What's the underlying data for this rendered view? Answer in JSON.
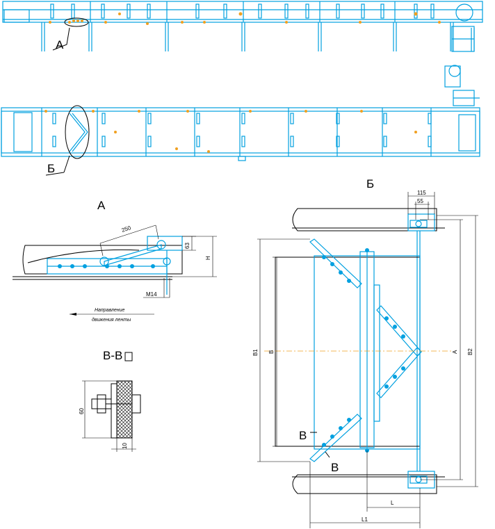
{
  "callouts": {
    "view_A": "А",
    "view_B": "Б",
    "section_V1": "В",
    "section_V2": "В"
  },
  "view_A": {
    "title": "А",
    "dim_250": "250",
    "dim_63": "63",
    "dim_H": "H",
    "dim_M14": "М14",
    "direction_line1": "Направление",
    "direction_line2": "движения ленты"
  },
  "section_VV": {
    "title": "В-В",
    "dim_60": "60",
    "dim_10": "10"
  },
  "view_B": {
    "title": "Б",
    "dim_115": "115",
    "dim_55": "55",
    "dim_B1": "B1",
    "dim_B": "B",
    "dim_A": "A",
    "dim_B2": "B2",
    "dim_L": "L",
    "dim_L1": "L1"
  },
  "colors": {
    "frame": "#00a0e0",
    "accent": "#f0a020",
    "line": "#000000"
  }
}
